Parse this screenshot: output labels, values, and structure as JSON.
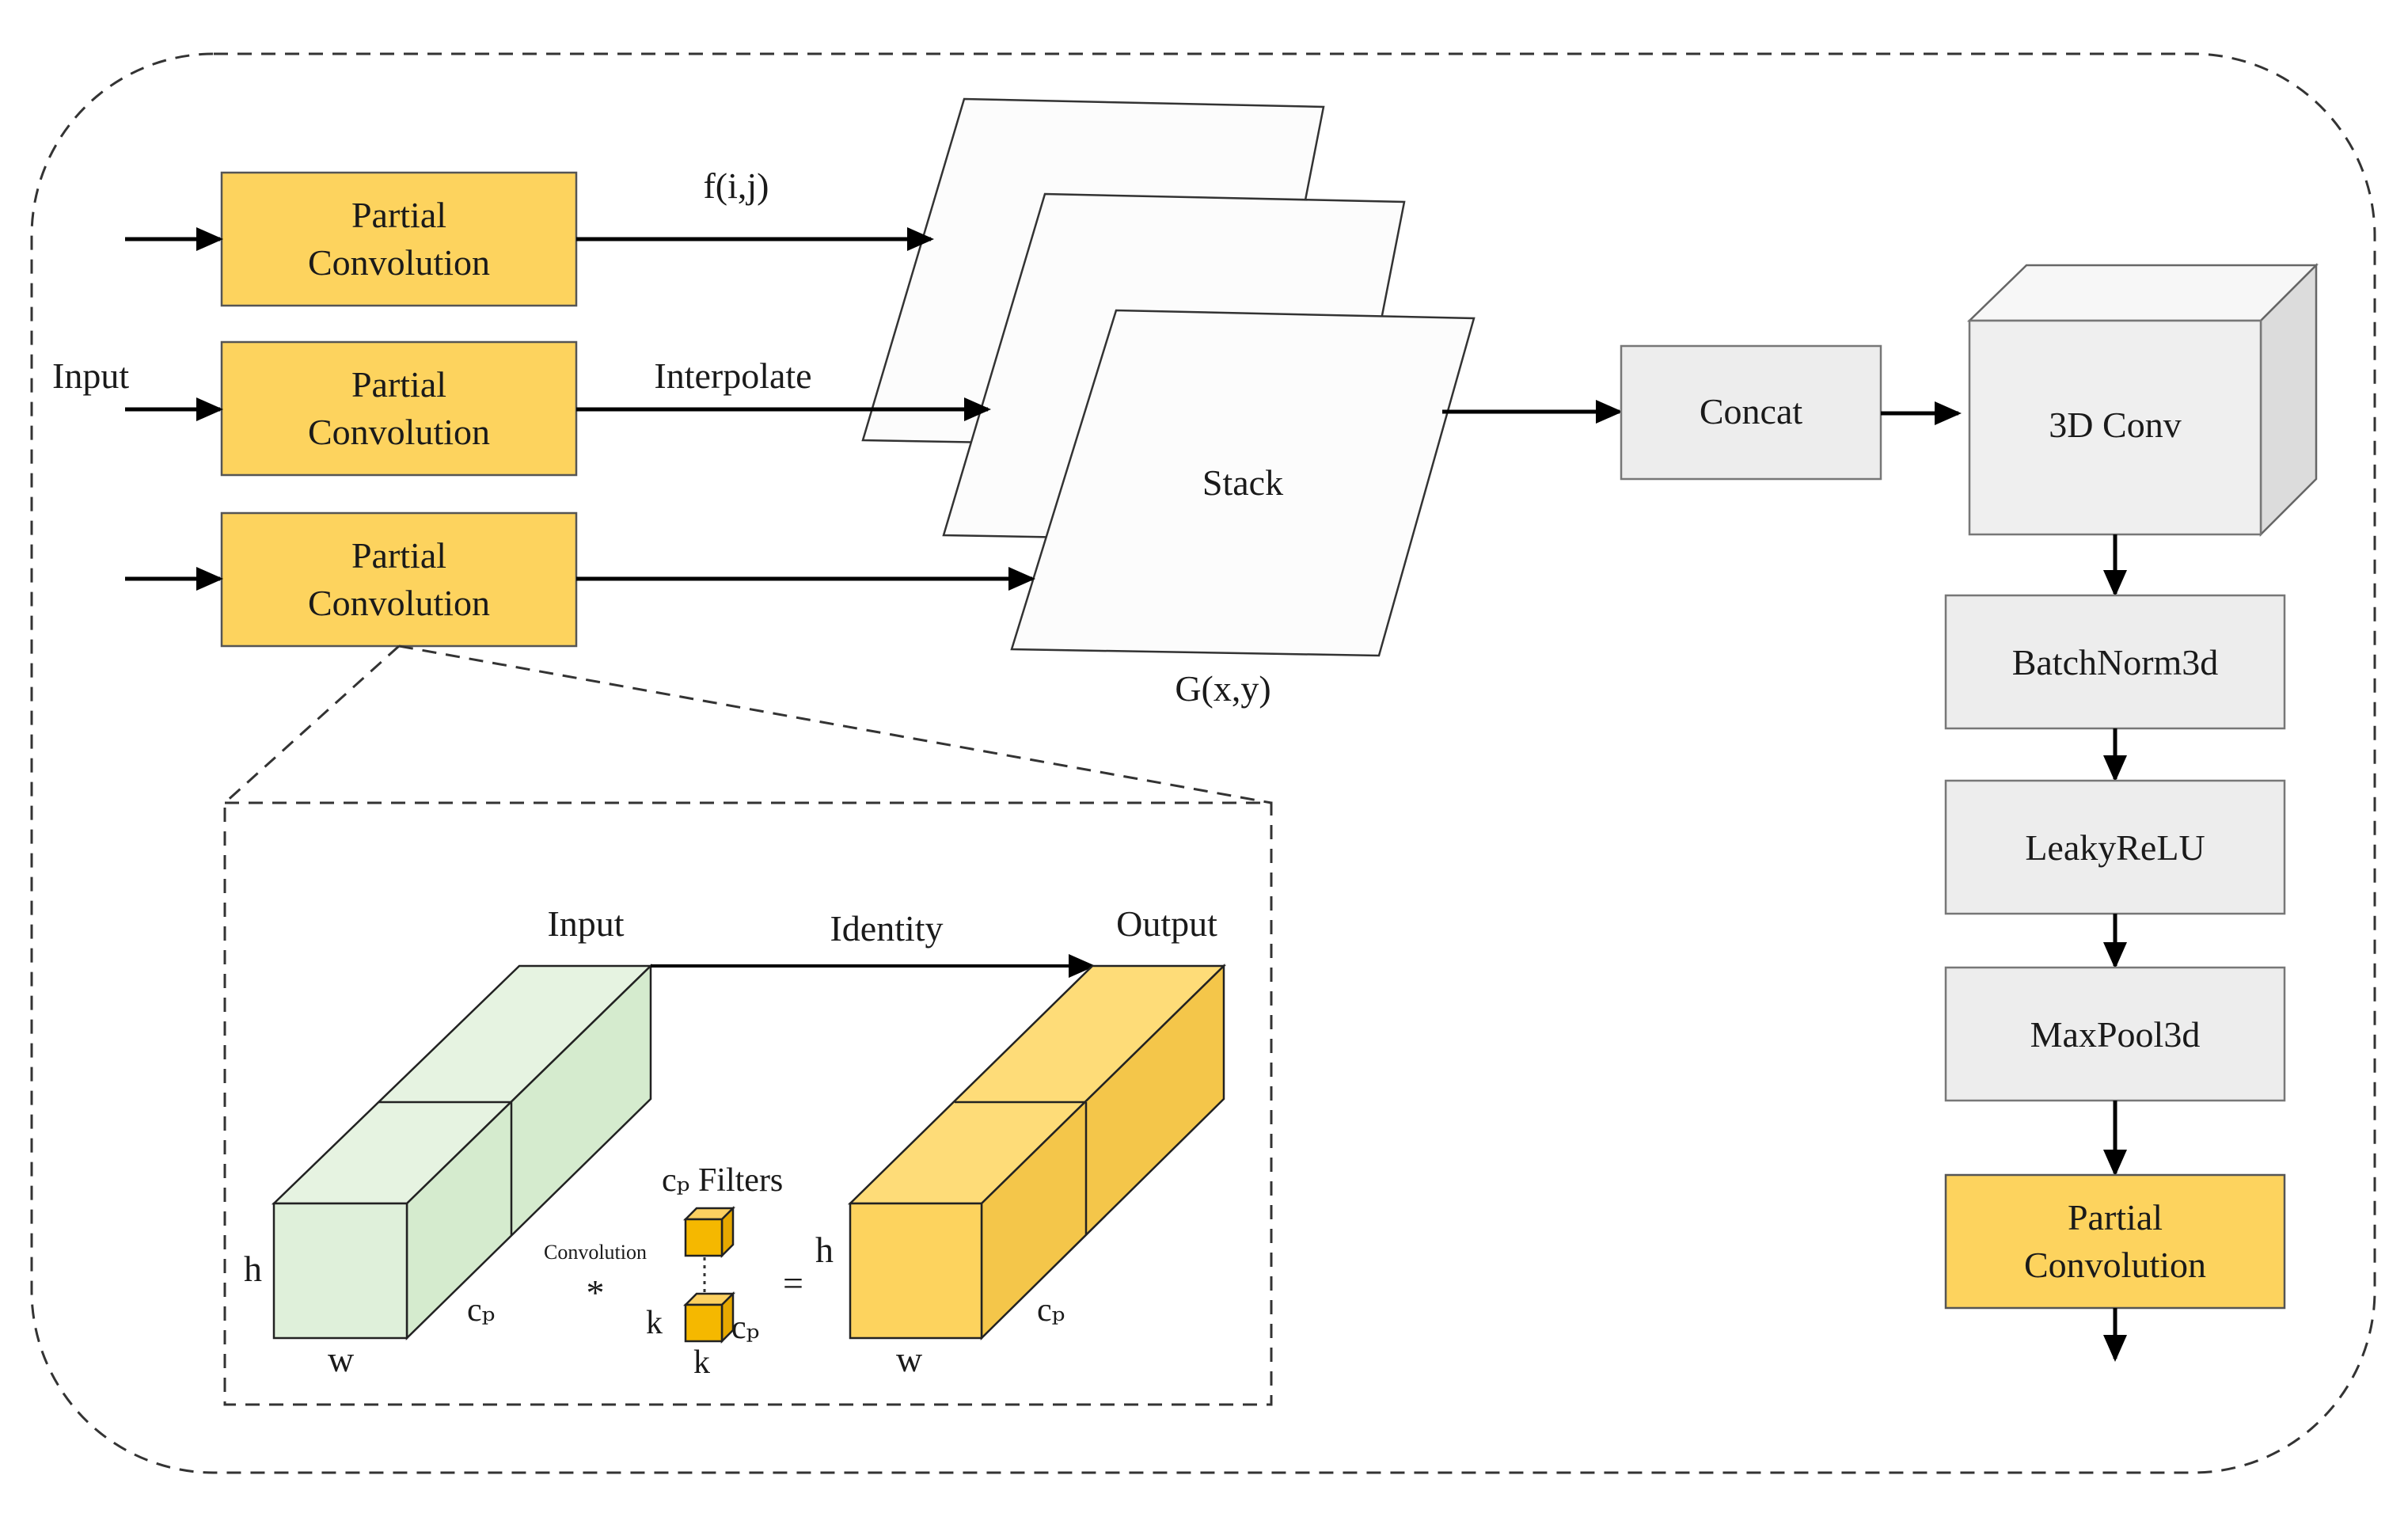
{
  "left_branch": {
    "boxes": [
      {
        "line1": "Partial",
        "line2": "Convolution"
      },
      {
        "line1": "Partial",
        "line2": "Convolution"
      },
      {
        "line1": "Partial",
        "line2": "Convolution"
      }
    ],
    "input_label": "Input",
    "top_edge_label": "f(i,j)",
    "middle_edge_label": "Interpolate"
  },
  "stack": {
    "label": "Stack",
    "bottom_label": "G(x,y)"
  },
  "right_chain": {
    "concat": "Concat",
    "conv3d": "3D Conv",
    "batchnorm": "BatchNorm3d",
    "leakyrelu": "LeakyReLU",
    "maxpool": "MaxPool3d",
    "final": {
      "line1": "Partial",
      "line2": "Convolution"
    }
  },
  "inset": {
    "input_label": "Input",
    "identity_label": "Identity",
    "output_label": "Output",
    "h_label": "h",
    "w_label": "w",
    "cp_label": "cₚ",
    "filters_label": "cₚ Filters",
    "convolution_label": "Convolution",
    "star": "*",
    "equals": "=",
    "k_label": "k",
    "k_bottom_label": "k",
    "cp_filter_label": "cₚ",
    "out_h_label": "h",
    "out_w_label": "w",
    "out_cp_label": "cₚ"
  },
  "colors": {
    "partial_conv_fill": "#fdd35e",
    "gray_box_fill": "#ededed",
    "input_tensor_fill": "#dff0da",
    "output_tensor_fill": "#fdd35e",
    "filter_fill": "#f5b800"
  }
}
